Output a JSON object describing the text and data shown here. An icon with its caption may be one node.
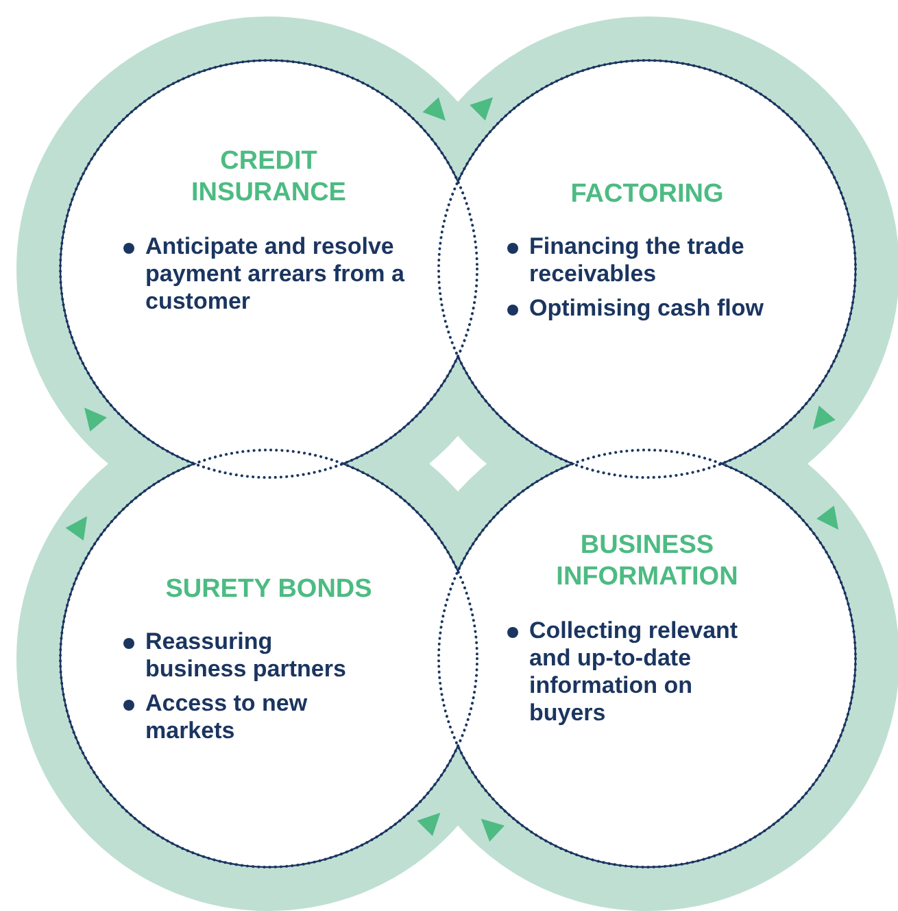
{
  "diagram": {
    "nodes": [
      {
        "text": [
          "CREDIT INSURANCE",
          "Anticipate and resolve payment arrears from a customer"
        ]
      },
      {
        "text": [
          "FACTORING",
          "Financing the trade receivables",
          "Optimising cash flow"
        ]
      },
      {
        "text": [
          "SURETY BONDS",
          "Reassuring business partners",
          "Access to new markets"
        ]
      },
      {
        "text": [
          "BUSINESS INFORMATION",
          "Collecting relevant and up-to-date information on buyers"
        ]
      }
    ]
  }
}
